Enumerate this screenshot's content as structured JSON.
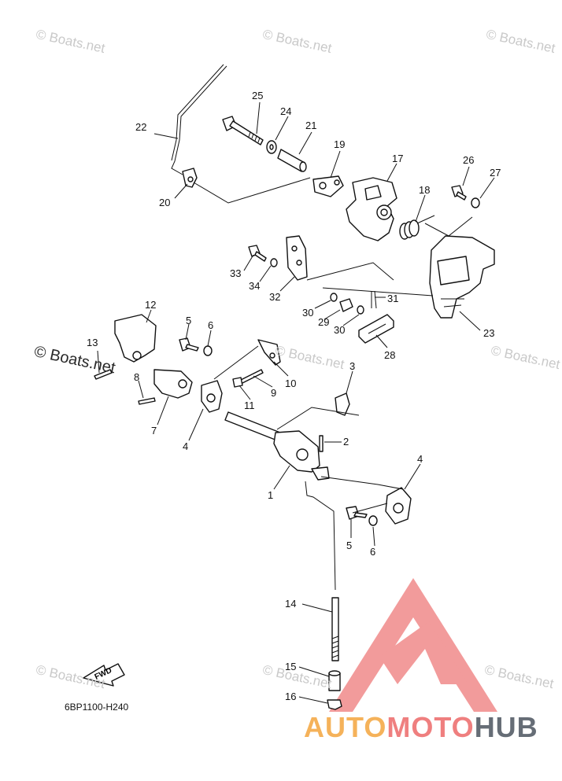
{
  "watermarks": {
    "light": "© Boats.net",
    "dark": "© Boats.net"
  },
  "diagram_code": "6BP1100-H240",
  "fwd_label": "FWD",
  "logo": {
    "part1": "AUTO",
    "part2": "MOTO",
    "part3": "HUB",
    "colors": {
      "auto": "#f5b25a",
      "moto": "#ef7f7f",
      "hub": "#666d76",
      "triangle": "#f08a8a"
    }
  },
  "part_numbers": [
    "1",
    "2",
    "3",
    "4",
    "4",
    "5",
    "5",
    "6",
    "6",
    "7",
    "8",
    "9",
    "10",
    "11",
    "12",
    "13",
    "14",
    "15",
    "16",
    "17",
    "18",
    "19",
    "20",
    "21",
    "22",
    "23",
    "24",
    "25",
    "26",
    "27",
    "28",
    "29",
    "30",
    "30",
    "31",
    "32",
    "33",
    "34"
  ]
}
